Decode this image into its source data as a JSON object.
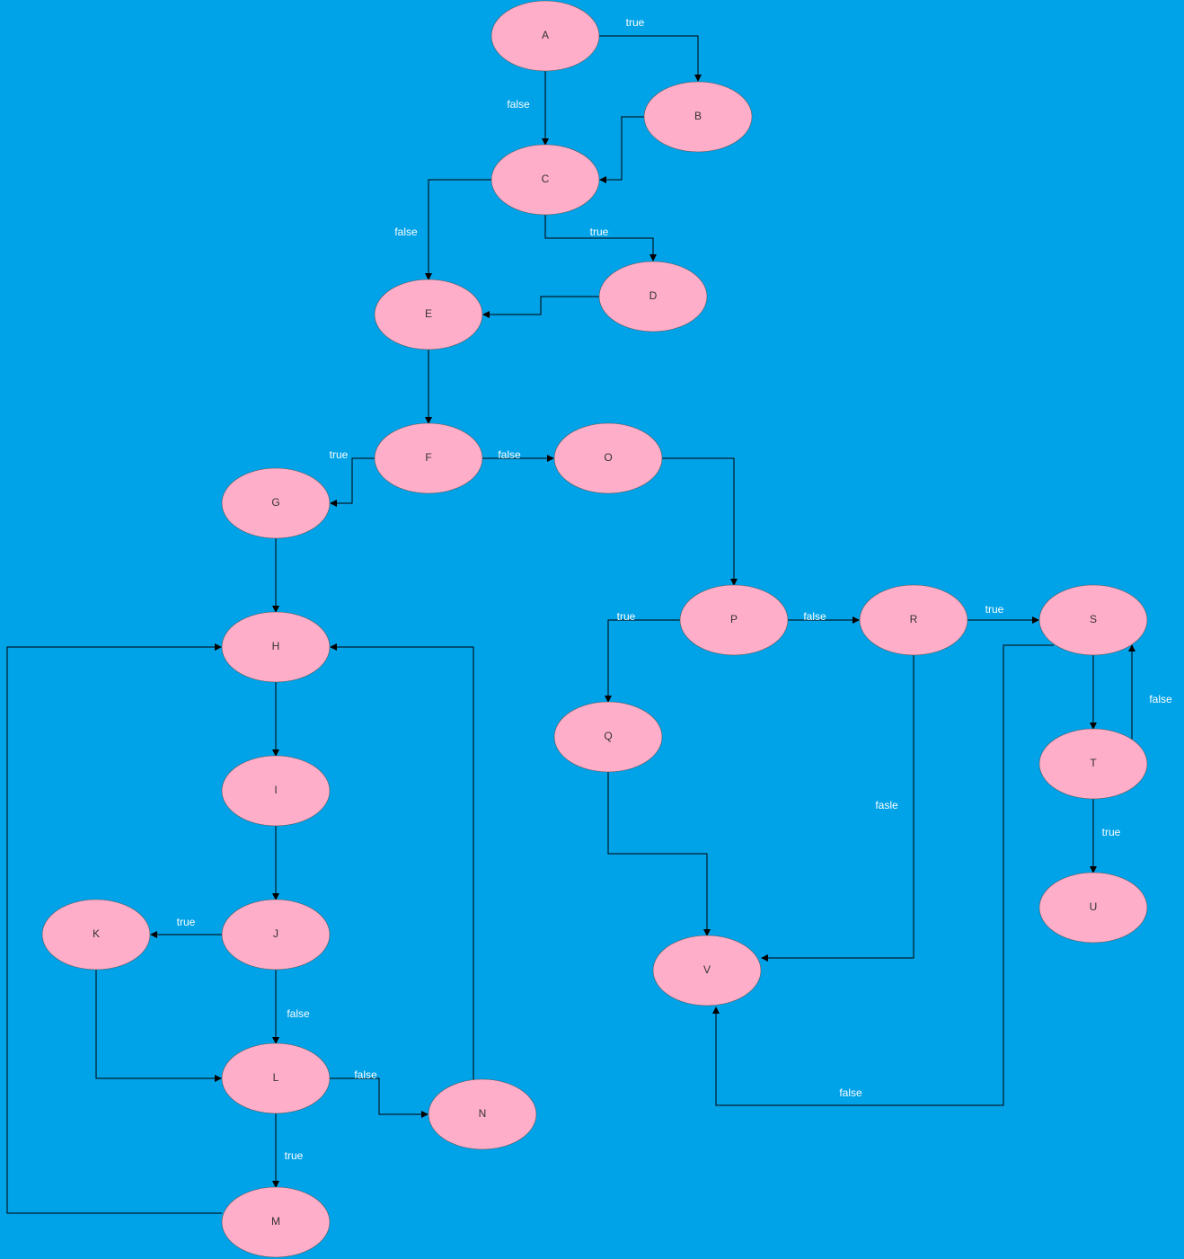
{
  "colors": {
    "background": "#00a2e8",
    "node_fill": "#ffaec9",
    "edge": "#000000",
    "edge_label": "#ffffff"
  },
  "nodes": [
    {
      "id": "A",
      "label": "A"
    },
    {
      "id": "B",
      "label": "B"
    },
    {
      "id": "C",
      "label": "C"
    },
    {
      "id": "D",
      "label": "D"
    },
    {
      "id": "E",
      "label": "E"
    },
    {
      "id": "F",
      "label": "F"
    },
    {
      "id": "G",
      "label": "G"
    },
    {
      "id": "H",
      "label": "H"
    },
    {
      "id": "I",
      "label": "I"
    },
    {
      "id": "J",
      "label": "J"
    },
    {
      "id": "K",
      "label": "K"
    },
    {
      "id": "L",
      "label": "L"
    },
    {
      "id": "M",
      "label": "M"
    },
    {
      "id": "N",
      "label": "N"
    },
    {
      "id": "O",
      "label": "O"
    },
    {
      "id": "P",
      "label": "P"
    },
    {
      "id": "Q",
      "label": "Q"
    },
    {
      "id": "R",
      "label": "R"
    },
    {
      "id": "S",
      "label": "S"
    },
    {
      "id": "T",
      "label": "T"
    },
    {
      "id": "U",
      "label": "U"
    },
    {
      "id": "V",
      "label": "V"
    }
  ],
  "edges": [
    {
      "id": "A-B",
      "from": "A",
      "to": "B",
      "label": "true"
    },
    {
      "id": "A-C",
      "from": "A",
      "to": "C",
      "label": "false"
    },
    {
      "id": "B-C",
      "from": "B",
      "to": "C",
      "label": ""
    },
    {
      "id": "C-E",
      "from": "C",
      "to": "E",
      "label": "false"
    },
    {
      "id": "C-D",
      "from": "C",
      "to": "D",
      "label": "true"
    },
    {
      "id": "D-E",
      "from": "D",
      "to": "E",
      "label": ""
    },
    {
      "id": "E-F",
      "from": "E",
      "to": "F",
      "label": ""
    },
    {
      "id": "F-G",
      "from": "F",
      "to": "G",
      "label": "true"
    },
    {
      "id": "F-O",
      "from": "F",
      "to": "O",
      "label": "false"
    },
    {
      "id": "G-H",
      "from": "G",
      "to": "H",
      "label": ""
    },
    {
      "id": "H-I",
      "from": "H",
      "to": "I",
      "label": ""
    },
    {
      "id": "I-J",
      "from": "I",
      "to": "J",
      "label": ""
    },
    {
      "id": "J-K",
      "from": "J",
      "to": "K",
      "label": "true"
    },
    {
      "id": "J-L",
      "from": "J",
      "to": "L",
      "label": "false"
    },
    {
      "id": "K-L",
      "from": "K",
      "to": "L",
      "label": ""
    },
    {
      "id": "L-N",
      "from": "L",
      "to": "N",
      "label": "false"
    },
    {
      "id": "L-M",
      "from": "L",
      "to": "M",
      "label": "true"
    },
    {
      "id": "N-H",
      "from": "N",
      "to": "H",
      "label": ""
    },
    {
      "id": "M-H",
      "from": "M",
      "to": "H",
      "label": ""
    },
    {
      "id": "O-P",
      "from": "O",
      "to": "P",
      "label": ""
    },
    {
      "id": "P-Q",
      "from": "P",
      "to": "Q",
      "label": "true"
    },
    {
      "id": "P-R",
      "from": "P",
      "to": "R",
      "label": "false"
    },
    {
      "id": "Q-V",
      "from": "Q",
      "to": "V",
      "label": ""
    },
    {
      "id": "R-S",
      "from": "R",
      "to": "S",
      "label": "true"
    },
    {
      "id": "R-V",
      "from": "R",
      "to": "V",
      "label": "fasle"
    },
    {
      "id": "S-T",
      "from": "S",
      "to": "T",
      "label": ""
    },
    {
      "id": "T-S",
      "from": "T",
      "to": "S",
      "label": "false"
    },
    {
      "id": "T-U",
      "from": "T",
      "to": "U",
      "label": "true"
    },
    {
      "id": "S-V",
      "from": "S",
      "to": "V",
      "label": "false"
    }
  ]
}
